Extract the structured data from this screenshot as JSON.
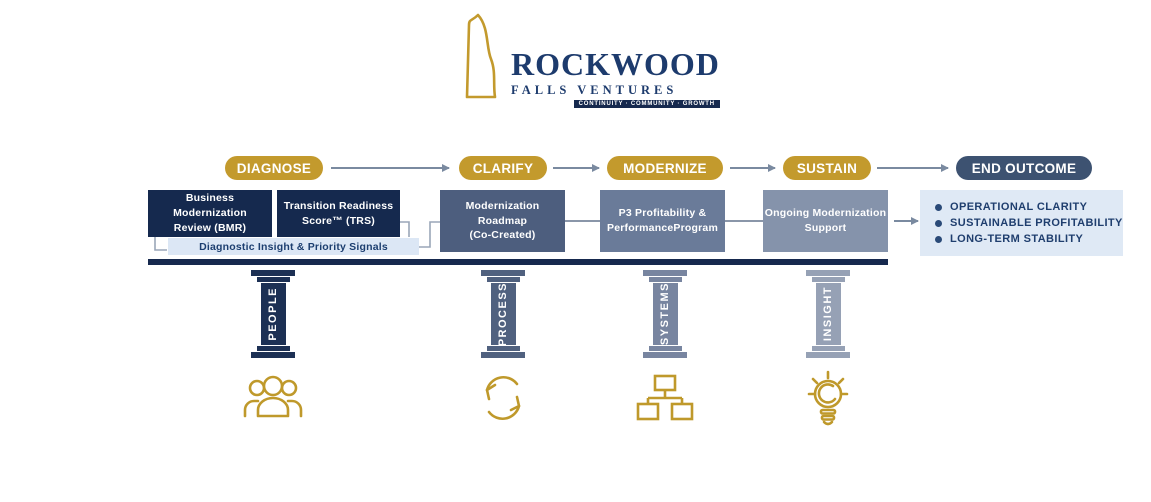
{
  "brand": {
    "title": "ROCKWOOD",
    "subtitle": "FALLS VENTURES",
    "tagline": "CONTINUITY · COMMUNITY · GROWTH"
  },
  "stages": [
    {
      "label": "DIAGNOSE"
    },
    {
      "label": "CLARIFY"
    },
    {
      "label": "MODERNIZE"
    },
    {
      "label": "SUSTAIN"
    },
    {
      "label": "END OUTCOME"
    }
  ],
  "boxes": {
    "bmr": "Business Modernization\nReview (BMR)",
    "trs": "Transition Readiness\nScore™ (TRS)",
    "roadmap": "Modernization Roadmap\n(Co-Created)",
    "p3": "P3 Profitability &\nPerformanceProgram",
    "ongoing": "Ongoing Modernization\nSupport"
  },
  "diagnostic_bar": {
    "label": "Diagnostic Insight & Priority Signals"
  },
  "outcomes": {
    "items": [
      "OPERATIONAL CLARITY",
      "SUSTAINABLE PROFITABILITY",
      "LONG-TERM STABILITY"
    ]
  },
  "pillars": [
    {
      "label": "PEOPLE",
      "icon": "people-group-icon"
    },
    {
      "label": "PROCESS",
      "icon": "cycle-arrows-icon"
    },
    {
      "label": "SYSTEMS",
      "icon": "org-chart-icon"
    },
    {
      "label": "INSIGHT",
      "icon": "lightbulb-icon"
    }
  ],
  "colors": {
    "gold": "#C39A2D",
    "navy": "#16294E",
    "slate": "#4D5E7E",
    "slate_mid": "#6A7B99",
    "slate_light": "#8593AB",
    "pale_blue": "#DCE7F5",
    "outcome_pill": "#3D5271",
    "connector": "#7A8AA0",
    "pillar_colors": [
      "#1C3054",
      "#50617F",
      "#7885A0",
      "#96A1B5"
    ]
  }
}
